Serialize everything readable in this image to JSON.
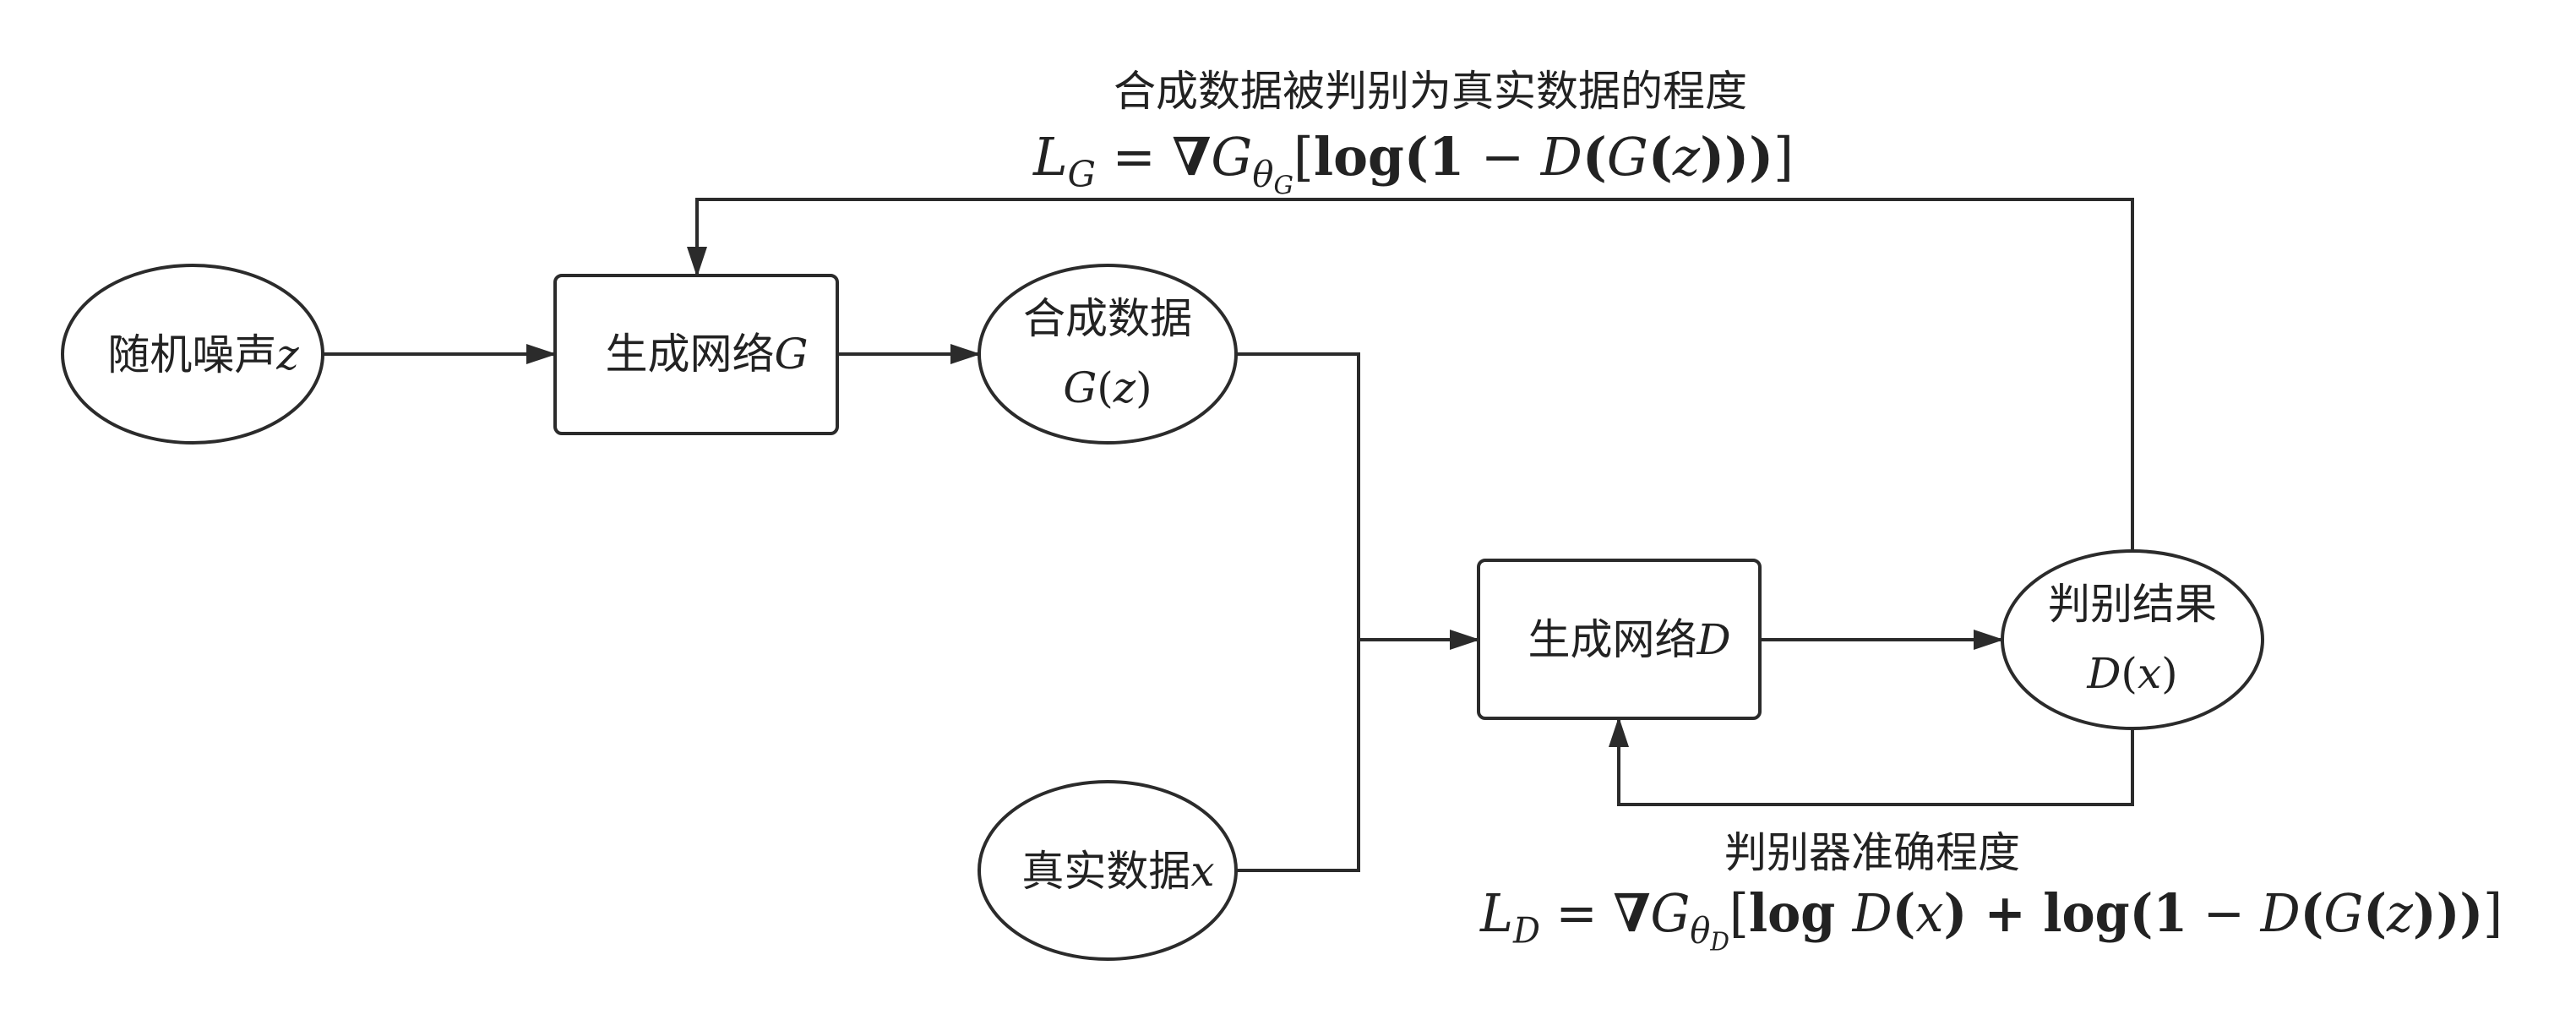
{
  "nodes": {
    "noise": {
      "label": "随机噪声",
      "math": [
        {
          "t": "z",
          "k": "var"
        }
      ]
    },
    "generator": {
      "label": "生成网络",
      "math": [
        {
          "t": "G",
          "k": "var"
        }
      ]
    },
    "fake": {
      "label": "合成数据",
      "math": [
        {
          "t": "G",
          "k": "var"
        },
        {
          "t": "(",
          "k": "op"
        },
        {
          "t": "z",
          "k": "var"
        },
        {
          "t": ")",
          "k": "op"
        }
      ]
    },
    "real": {
      "label": "真实数据",
      "math": [
        {
          "t": "x",
          "k": "var"
        }
      ]
    },
    "discriminator": {
      "label": "生成网络",
      "math": [
        {
          "t": "D",
          "k": "var"
        }
      ]
    },
    "result": {
      "label": "判别结果",
      "math": [
        {
          "t": "D",
          "k": "var"
        },
        {
          "t": "(",
          "k": "op"
        },
        {
          "t": "x",
          "k": "var"
        },
        {
          "t": ")",
          "k": "op"
        }
      ]
    }
  },
  "edge_labels": {
    "generator_loss": {
      "caption": "合成数据被判别为真实数据的程度",
      "formula": [
        {
          "t": "L",
          "k": "var"
        },
        {
          "t": "G",
          "k": "sub"
        },
        {
          "t": " = ",
          "k": "op"
        },
        {
          "t": "∇",
          "k": "bold"
        },
        {
          "t": "G",
          "k": "var"
        },
        {
          "t": "θ",
          "k": "sub"
        },
        {
          "t": "G",
          "k": "subsub"
        },
        {
          "t": "[",
          "k": "op"
        },
        {
          "t": "log(1",
          "k": "bold"
        },
        {
          "t": " − ",
          "k": "op"
        },
        {
          "t": "D",
          "k": "var"
        },
        {
          "t": "(",
          "k": "bold"
        },
        {
          "t": "G",
          "k": "var"
        },
        {
          "t": "(",
          "k": "bold"
        },
        {
          "t": "z",
          "k": "var"
        },
        {
          "t": ")))",
          "k": "bold"
        },
        {
          "t": "]",
          "k": "op"
        }
      ]
    },
    "discriminator_loss": {
      "caption": "判别器准确程度",
      "formula": [
        {
          "t": "L",
          "k": "var"
        },
        {
          "t": "D",
          "k": "sub"
        },
        {
          "t": " = ",
          "k": "op"
        },
        {
          "t": "∇",
          "k": "bold"
        },
        {
          "t": "G",
          "k": "var"
        },
        {
          "t": "θ",
          "k": "sub"
        },
        {
          "t": "D",
          "k": "subsub"
        },
        {
          "t": "[",
          "k": "op"
        },
        {
          "t": "log ",
          "k": "bold"
        },
        {
          "t": "D",
          "k": "var"
        },
        {
          "t": "(",
          "k": "bold"
        },
        {
          "t": "x",
          "k": "var"
        },
        {
          "t": ")",
          "k": "bold"
        },
        {
          "t": " + ",
          "k": "bold"
        },
        {
          "t": "log(1",
          "k": "bold"
        },
        {
          "t": " − ",
          "k": "op"
        },
        {
          "t": "D",
          "k": "var"
        },
        {
          "t": "(",
          "k": "bold"
        },
        {
          "t": "G",
          "k": "var"
        },
        {
          "t": "(",
          "k": "bold"
        },
        {
          "t": "z",
          "k": "var"
        },
        {
          "t": ")))",
          "k": "bold"
        },
        {
          "t": "]",
          "k": "op"
        }
      ]
    }
  },
  "colors": {
    "stroke": "#2b2b2b",
    "fill": "#ffffff",
    "text": "#222222",
    "background": "#ffffff"
  }
}
